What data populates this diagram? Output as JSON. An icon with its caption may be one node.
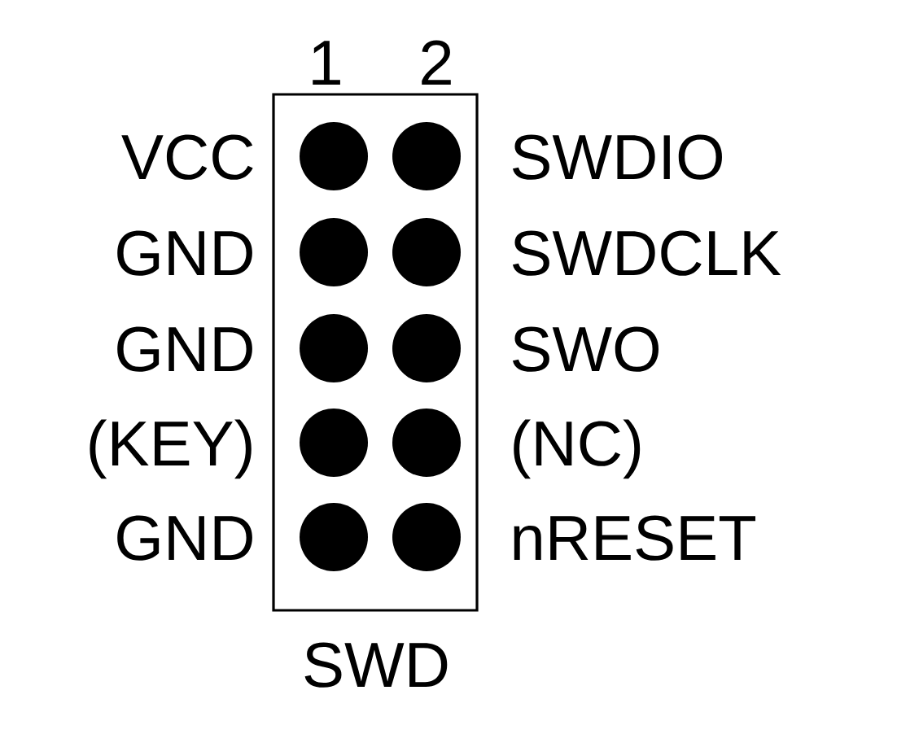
{
  "diagram": {
    "title": "SWD",
    "labels": [
      "1",
      "2",
      "VCC",
      "SWDIO",
      "GND",
      "SWDCLK",
      "GND",
      "SWO",
      "(KEY)",
      "(NC)",
      "GND",
      "nRESET"
    ]
  }
}
